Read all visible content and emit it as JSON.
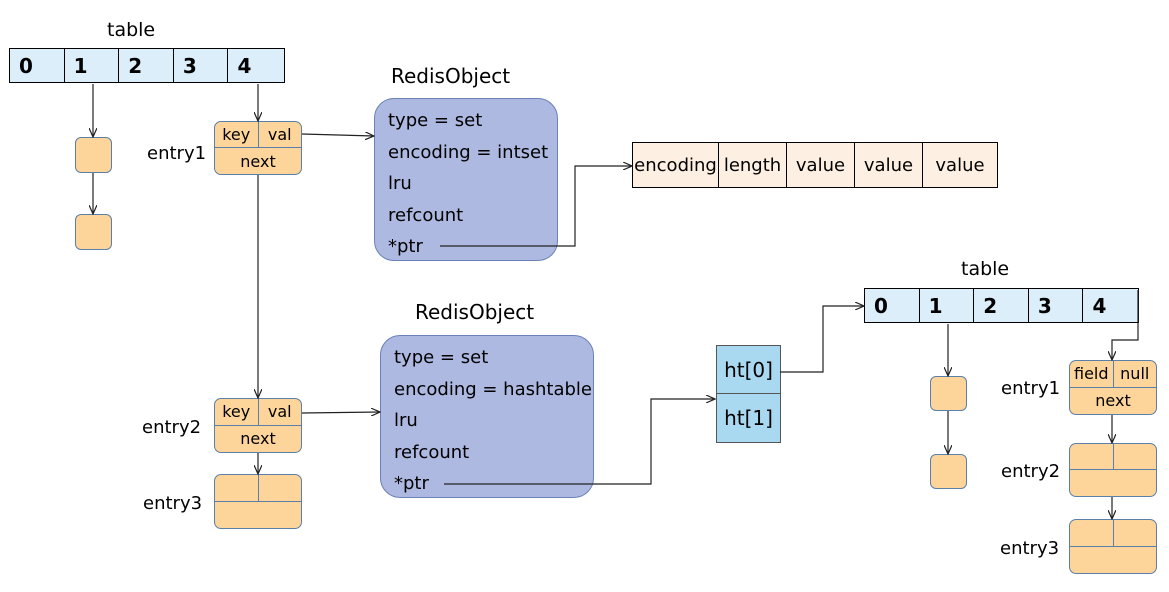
{
  "top_table": {
    "label": "table",
    "indices": [
      "0",
      "1",
      "2",
      "3",
      "4"
    ]
  },
  "set_object": {
    "title": "RedisObject",
    "fields": [
      "type = set",
      "encoding = intset",
      "lru",
      "refcount",
      "*ptr"
    ]
  },
  "intset": {
    "cells": [
      "encoding",
      "length",
      "value",
      "value",
      "value"
    ]
  },
  "hashtable_object": {
    "title": "RedisObject",
    "fields": [
      "type = set",
      "encoding = hashtable",
      "lru",
      "refcount",
      "*ptr"
    ]
  },
  "left_entries": {
    "entry1": {
      "label": "entry1",
      "key": "key",
      "val": "val",
      "next": "next"
    },
    "entry2": {
      "label": "entry2",
      "key": "key",
      "val": "val",
      "next": "next"
    },
    "entry3": {
      "label": "entry3"
    }
  },
  "dict_ht": {
    "slots": [
      "ht[0]",
      "ht[1]"
    ]
  },
  "right_table": {
    "label": "table",
    "indices": [
      "0",
      "1",
      "2",
      "3",
      "4"
    ]
  },
  "right_entries": {
    "entry1": {
      "label": "entry1",
      "field": "field",
      "value": "null",
      "next": "next"
    },
    "entry2": {
      "label": "entry2"
    },
    "entry3": {
      "label": "entry3"
    }
  }
}
